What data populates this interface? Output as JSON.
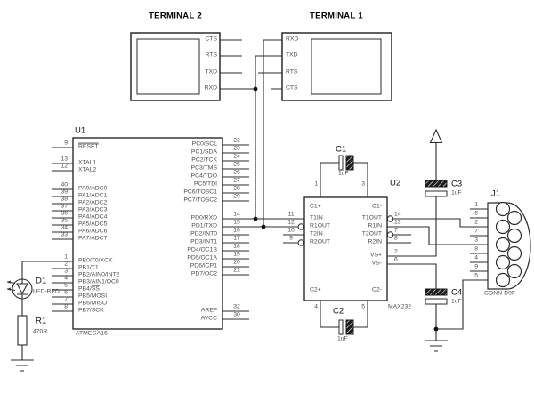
{
  "t2": {
    "title": "TERMINAL 2",
    "pins": [
      "CTS",
      "RTS",
      "TXD",
      "RXD"
    ]
  },
  "t1": {
    "title": "TERMINAL 1",
    "pins": [
      "RXD",
      "TXD",
      "RTS",
      "CTS"
    ]
  },
  "u1": {
    "ref": "U1",
    "part": "ATMEGA16",
    "left_pins": [
      {
        "num": "9",
        "name": "RESET",
        "overline": "RESET"
      },
      {
        "num": "13",
        "name": "XTAL1"
      },
      {
        "num": "12",
        "name": "XTAL2"
      },
      {
        "num": "40",
        "name": "PA0/ADC0"
      },
      {
        "num": "39",
        "name": "PA1/ADC1"
      },
      {
        "num": "38",
        "name": "PA2/ADC2"
      },
      {
        "num": "37",
        "name": "PA3/ADC3"
      },
      {
        "num": "36",
        "name": "PA4/ADC4"
      },
      {
        "num": "35",
        "name": "PA5/ADC5"
      },
      {
        "num": "34",
        "name": "PA6/ADC6"
      },
      {
        "num": "33",
        "name": "PA7/ADC7"
      },
      {
        "num": "1",
        "name": "PB0/T0/XCK"
      },
      {
        "num": "2",
        "name": "PB1/T1"
      },
      {
        "num": "3",
        "name": "PB2/AIN0/INT2"
      },
      {
        "num": "4",
        "name": "PB3/AIN1/OC0"
      },
      {
        "num": "5",
        "name": "PB4/SS",
        "overline": "SS"
      },
      {
        "num": "6",
        "name": "PB5/MOSI"
      },
      {
        "num": "7",
        "name": "PB6/MISO"
      },
      {
        "num": "8",
        "name": "PB7/SCK"
      }
    ],
    "right_pins": [
      {
        "num": "22",
        "name": "PC0/SCL"
      },
      {
        "num": "23",
        "name": "PC1/SDA"
      },
      {
        "num": "24",
        "name": "PC2/TCK"
      },
      {
        "num": "25",
        "name": "PC3/TMS"
      },
      {
        "num": "26",
        "name": "PC4/TDO"
      },
      {
        "num": "27",
        "name": "PC5/TDI"
      },
      {
        "num": "28",
        "name": "PC6/TOSC1"
      },
      {
        "num": "29",
        "name": "PC7/TOSC2"
      },
      {
        "num": "14",
        "name": "PD0/RXD"
      },
      {
        "num": "15",
        "name": "PD1/TXD"
      },
      {
        "num": "16",
        "name": "PD2/INT0"
      },
      {
        "num": "17",
        "name": "PD3/INT1"
      },
      {
        "num": "18",
        "name": "PD4/OC1B"
      },
      {
        "num": "19",
        "name": "PD5/OC1A"
      },
      {
        "num": "20",
        "name": "PD6/ICP1"
      },
      {
        "num": "21",
        "name": "PD7/OC2"
      },
      {
        "num": "32",
        "name": "AREF"
      },
      {
        "num": "30",
        "name": "AVCC"
      }
    ]
  },
  "u2": {
    "ref": "U2",
    "part": "MAX232",
    "top_pins": [
      {
        "num": "1",
        "name": "C1+"
      },
      {
        "num": "3",
        "name": "C1-"
      }
    ],
    "bottom_pins": [
      {
        "num": "4",
        "name": "C2+"
      },
      {
        "num": "5",
        "name": "C2-"
      }
    ],
    "left_pins": [
      {
        "num": "11",
        "name": "T1IN"
      },
      {
        "num": "12",
        "name": "R1OUT"
      },
      {
        "num": "10",
        "name": "T2IN"
      },
      {
        "num": "9",
        "name": "R2OUT"
      }
    ],
    "right_pins": [
      {
        "num": "14",
        "name": "T1OUT"
      },
      {
        "num": "13",
        "name": "R1IN"
      },
      {
        "num": "7",
        "name": "T2OUT"
      },
      {
        "num": "8",
        "name": "R2IN"
      },
      {
        "num": "2",
        "name": "VS+"
      },
      {
        "num": "6",
        "name": "VS-"
      }
    ]
  },
  "c1": {
    "ref": "C1",
    "value": "1uF"
  },
  "c2": {
    "ref": "C2",
    "value": "1uF"
  },
  "c3": {
    "ref": "C3",
    "value": "1uF"
  },
  "c4": {
    "ref": "C4",
    "value": "1uF"
  },
  "d1": {
    "ref": "D1",
    "value": "LED-RED"
  },
  "r1": {
    "ref": "R1",
    "value": "470R"
  },
  "j1": {
    "ref": "J1",
    "value": "CONN-D9F",
    "pins": [
      "1",
      "6",
      "2",
      "7",
      "3",
      "8",
      "4",
      "9",
      "5"
    ]
  },
  "colors": {
    "wire": "#2b2b2b",
    "text": "#4d4d4d",
    "ref_text": "#111111",
    "background": "#ffffff"
  }
}
